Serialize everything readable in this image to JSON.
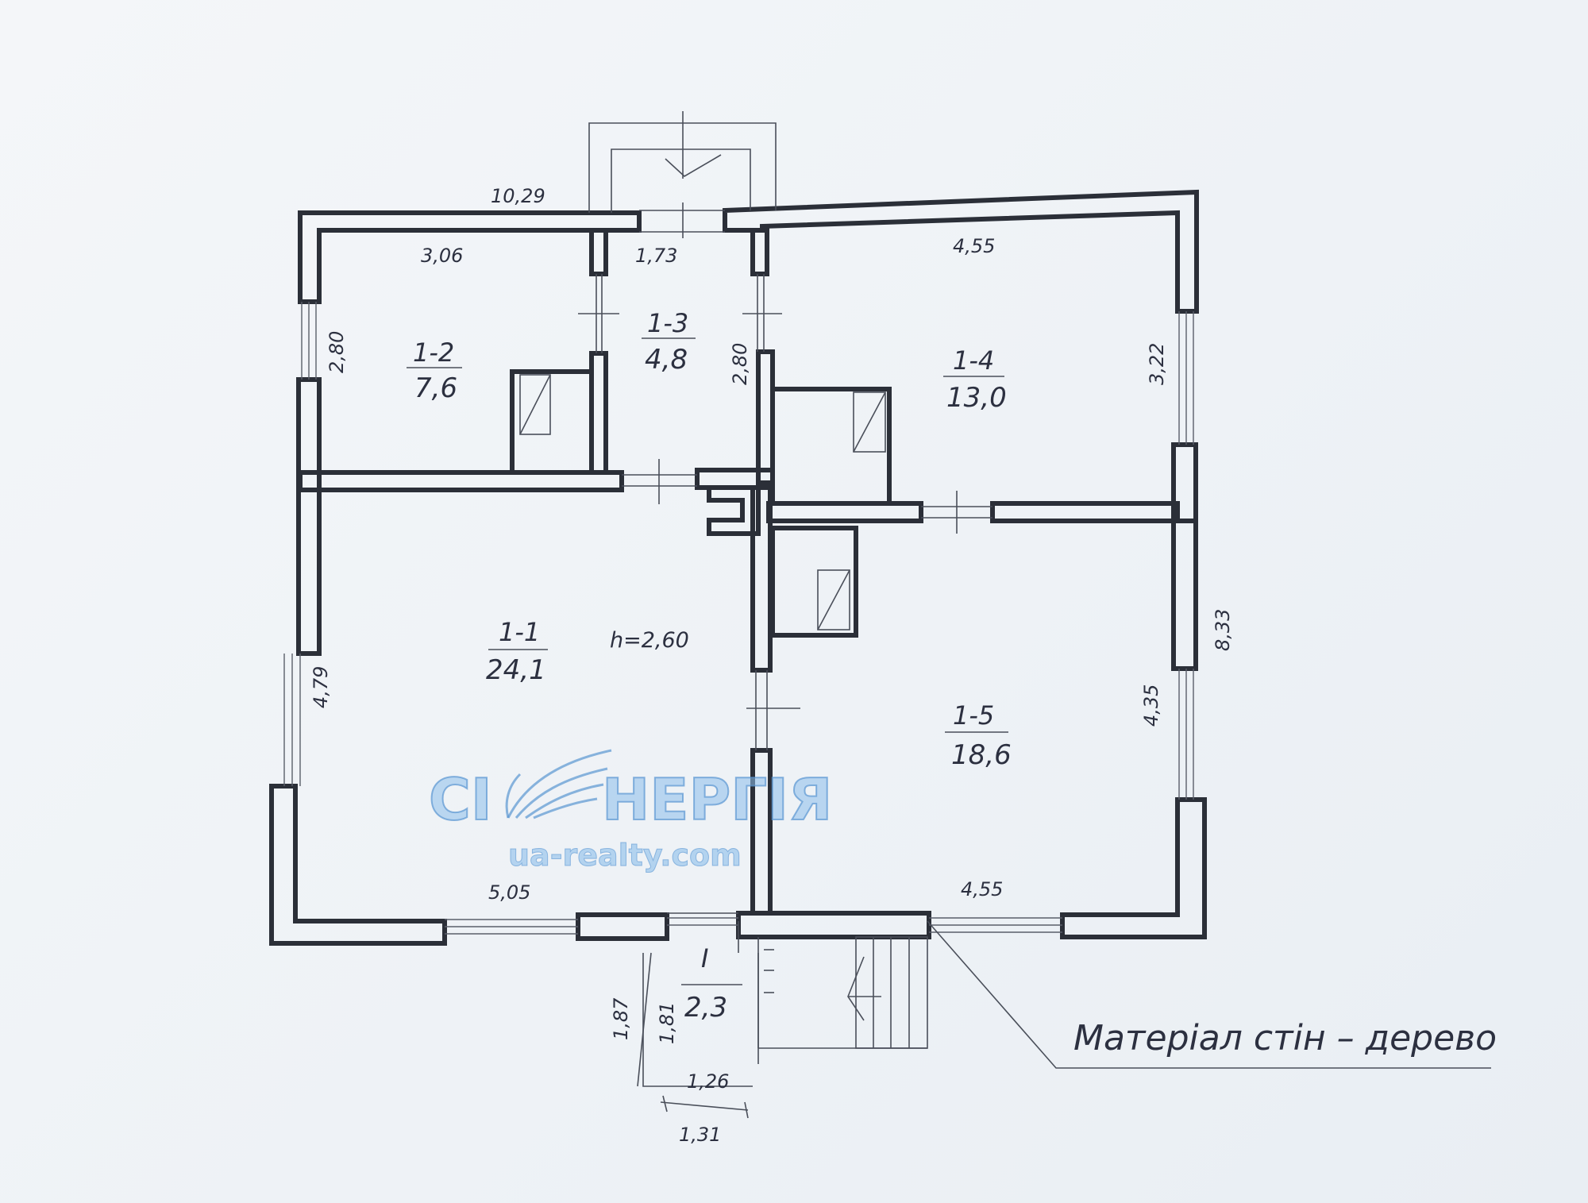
{
  "rooms": [
    {
      "id": "1-1",
      "area": "24,1"
    },
    {
      "id": "1-2",
      "area": "7,6"
    },
    {
      "id": "1-3",
      "area": "4,8"
    },
    {
      "id": "1-4",
      "area": "13,0"
    },
    {
      "id": "1-5",
      "area": "18,6"
    },
    {
      "id": "I",
      "area": "2,3"
    }
  ],
  "ceiling_height": "h=2,60",
  "dimensions": {
    "overall_width_top": "10,29",
    "room_1_2_width": "3,06",
    "room_1_2_depth": "2,80",
    "room_1_3_width": "1,73",
    "room_1_3_depth": "2,80",
    "room_1_4_width": "4,55",
    "room_1_4_depth": "3,22",
    "overall_depth_right": "8,33",
    "room_1_1_depth": "4,79",
    "room_1_1_width": "5,05",
    "room_1_5_width": "4,55",
    "room_1_5_depth": "4,35",
    "porch_left_outer": "1,87",
    "porch_left_inner": "1,81",
    "porch_width_inner": "1,26",
    "porch_width_outer": "1,31"
  },
  "note": "Матеріал стін – дерево",
  "watermark": {
    "brand_left": "СІ",
    "brand_right": "НЕРГІЯ",
    "url": "ua-realty.com"
  }
}
